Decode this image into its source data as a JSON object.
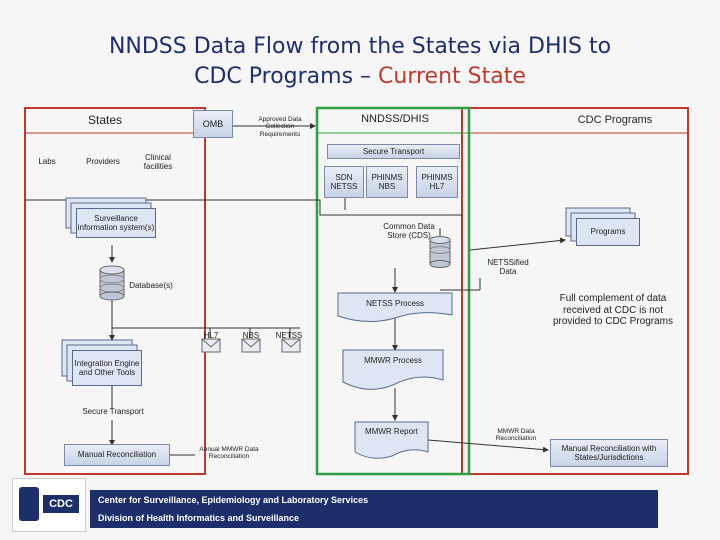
{
  "title": {
    "line1": "NNDSS Data Flow from the States via DHIS to",
    "line2_prefix": "CDC Programs – ",
    "line2_highlight": "Current State"
  },
  "states": {
    "header": "States",
    "labs": "Labs",
    "providers": "Providers",
    "clinical_facilities": "Clinical facilities",
    "surveillance_systems": "Surveillance information system(s)",
    "databases": "Database(s)",
    "hl7": "HL7",
    "nbs": "NBS",
    "netss": "NETSS",
    "integration_engine": "Integration Engine and Other Tools",
    "secure_transport": "Secure Transport",
    "manual_reconciliation": "Manual Reconciliation"
  },
  "omb": {
    "label": "OMB",
    "approved": "Approved Data Collection Requirements"
  },
  "nndss": {
    "header": "NNDSS/DHIS",
    "secure_transport": "Secure Transport",
    "sdn_netss": "SDN NETSS",
    "phinms_nbs": "PHINMS NBS",
    "phinms_hl7": "PHINMS HL7",
    "cds": "Common Data Store (CDS)",
    "netss_process": "NETSS Process",
    "mmwr_process": "MMWR Process",
    "mmwr_report": "MMWR Report",
    "annual_reconciliation": "Annual MMWR Data Reconciliation"
  },
  "cdc": {
    "header": "CDC Programs",
    "programs": "Programs",
    "netssified": "NETSSified Data",
    "note": "Full complement of data received at CDC is not provided to CDC Programs",
    "mmwr_reconciliation": "MMWR Data Reconciliation",
    "manual_reconciliation": "Manual Reconciliation with States/Jurisdictions"
  },
  "footer": {
    "logo_text": "CDC",
    "line1": "Center for Surveillance, Epidemiology and Laboratory Services",
    "line2": "Division of Health Informatics and Surveillance"
  },
  "colors": {
    "states_border": "#c0392b",
    "nndss_border": "#2ea043",
    "title": "#1f2e6e",
    "footer": "#1c2f6b"
  }
}
